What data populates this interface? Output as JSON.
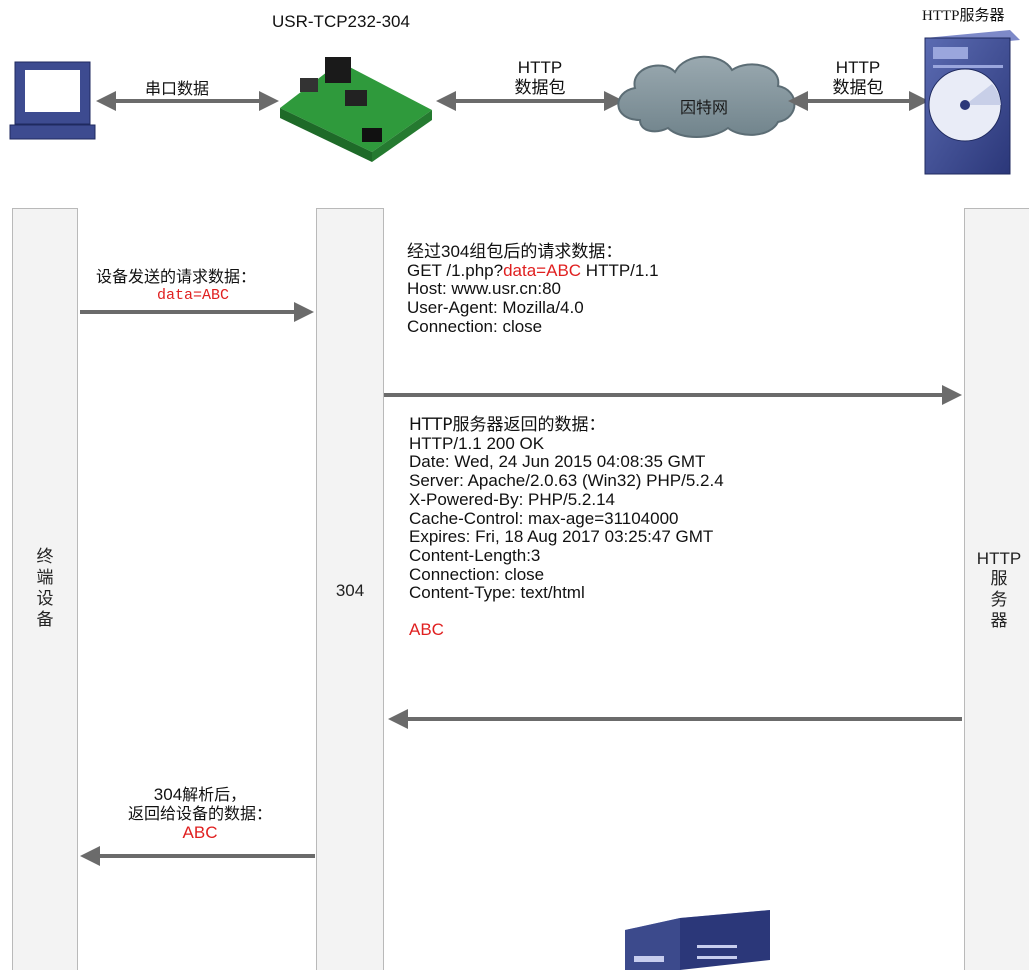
{
  "topology": {
    "module_name": "USR-TCP232-304",
    "serial_data_label": "串口数据",
    "http_packet_left_1": "HTTP",
    "http_packet_left_2": "数据包",
    "cloud_label": "因特网",
    "http_packet_right_1": "HTTP",
    "http_packet_right_2": "数据包",
    "server_title": "HTTP服务器"
  },
  "lanes": {
    "left_chars": [
      "终",
      "端",
      "设",
      "备"
    ],
    "middle": "304",
    "right_top": "HTTP",
    "right_chars": [
      "服",
      "务",
      "器"
    ]
  },
  "msg1": {
    "title": "设备发送的请求数据：",
    "value": "data=ABC"
  },
  "msg2": {
    "title_prefix": "经过",
    "title_num": "304",
    "title_suffix": "组包后的请求数据：",
    "line1_pre": "GET /1.php?",
    "line1_red": "data=ABC",
    "line1_post": " HTTP/1.1",
    "lines": [
      "Host: www.usr.cn:80",
      "User-Agent: Mozilla/4.0",
      "Connection: close"
    ]
  },
  "msg3": {
    "title": "HTTP服务器返回的数据：",
    "lines": [
      "HTTP/1.1 200 OK",
      "Date: Wed, 24 Jun 2015 04:08:35 GMT",
      "Server: Apache/2.0.63 (Win32) PHP/5.2.4",
      "X-Powered-By: PHP/5.2.14",
      "Cache-Control: max-age=31104000",
      "Expires: Fri, 18 Aug 2017 03:25:47 GMT",
      "Content-Length:3",
      "Connection: close",
      "Content-Type: text/html"
    ],
    "body": "ABC"
  },
  "msg4": {
    "line1_num": "304",
    "line1_rest": "解析后，",
    "line2": "返回给设备的数据：",
    "value": "ABC"
  },
  "colors": {
    "arrow": "#6b6b6b",
    "highlight": "#e02020",
    "lane_fill": "#f3f3f3",
    "server_blue": "#3c4a8c",
    "board_green": "#3aa845"
  }
}
